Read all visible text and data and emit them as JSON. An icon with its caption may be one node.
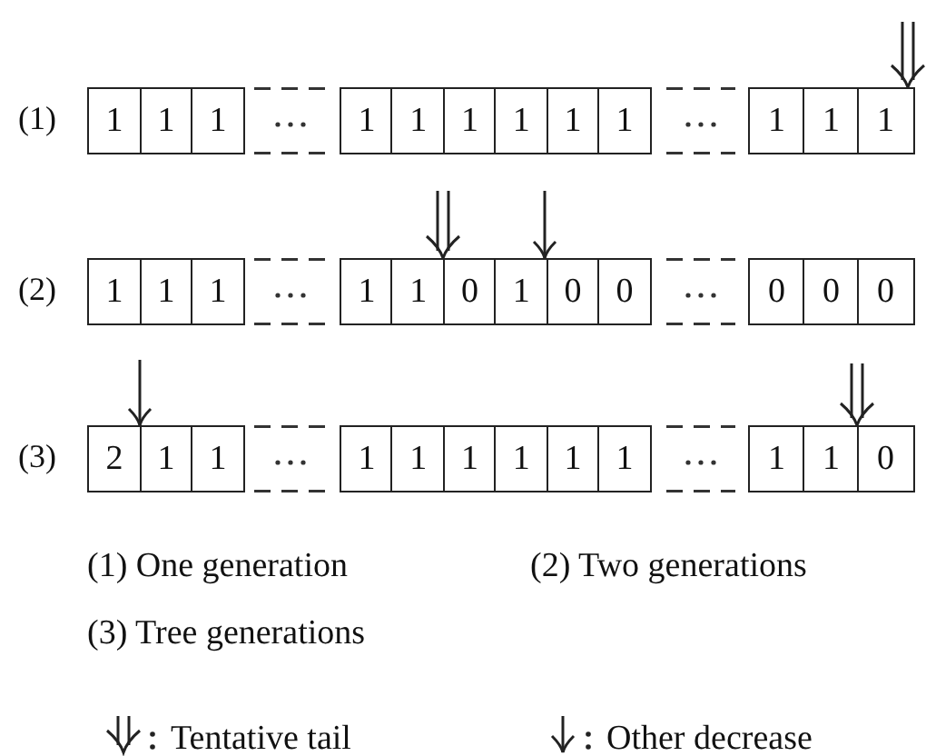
{
  "diagram": {
    "nodes": [
      {
        "text": [
          "1"
        ]
      },
      {
        "text": [
          "1"
        ]
      },
      {
        "text": [
          "1"
        ]
      },
      {
        "text": [
          "1"
        ]
      },
      {
        "text": [
          "1"
        ]
      },
      {
        "text": [
          "1"
        ]
      },
      {
        "text": [
          "1"
        ]
      },
      {
        "text": [
          "1"
        ]
      },
      {
        "text": [
          "1"
        ]
      },
      {
        "text": [
          "1"
        ]
      },
      {
        "text": [
          "1"
        ]
      },
      {
        "text": [
          "1"
        ]
      },
      {
        "text": [
          "1"
        ]
      },
      {
        "text": [
          "1"
        ]
      },
      {
        "text": [
          "1"
        ]
      },
      {
        "text": [
          "1"
        ]
      },
      {
        "text": [
          "1"
        ]
      },
      {
        "text": [
          "0"
        ]
      },
      {
        "text": [
          "1"
        ]
      },
      {
        "text": [
          "0"
        ]
      },
      {
        "text": [
          "0"
        ]
      },
      {
        "text": [
          "0"
        ]
      },
      {
        "text": [
          "0"
        ]
      },
      {
        "text": [
          "0"
        ]
      },
      {
        "text": [
          "2"
        ]
      },
      {
        "text": [
          "1"
        ]
      },
      {
        "text": [
          "1"
        ]
      },
      {
        "text": [
          "1"
        ]
      },
      {
        "text": [
          "1"
        ]
      },
      {
        "text": [
          "1"
        ]
      },
      {
        "text": [
          "1"
        ]
      },
      {
        "text": [
          "1"
        ]
      },
      {
        "text": [
          "1"
        ]
      },
      {
        "text": [
          "1"
        ]
      },
      {
        "text": [
          "1"
        ]
      },
      {
        "text": [
          "0"
        ]
      }
    ],
    "labels": [
      "(1)",
      "(2)",
      "(3)",
      "(1) One generation",
      "(2) Two generations",
      "(3) Tree generations"
    ],
    "legend": [
      {
        "text": "Tentative tail"
      },
      {
        "text": "Other decrease"
      }
    ]
  }
}
